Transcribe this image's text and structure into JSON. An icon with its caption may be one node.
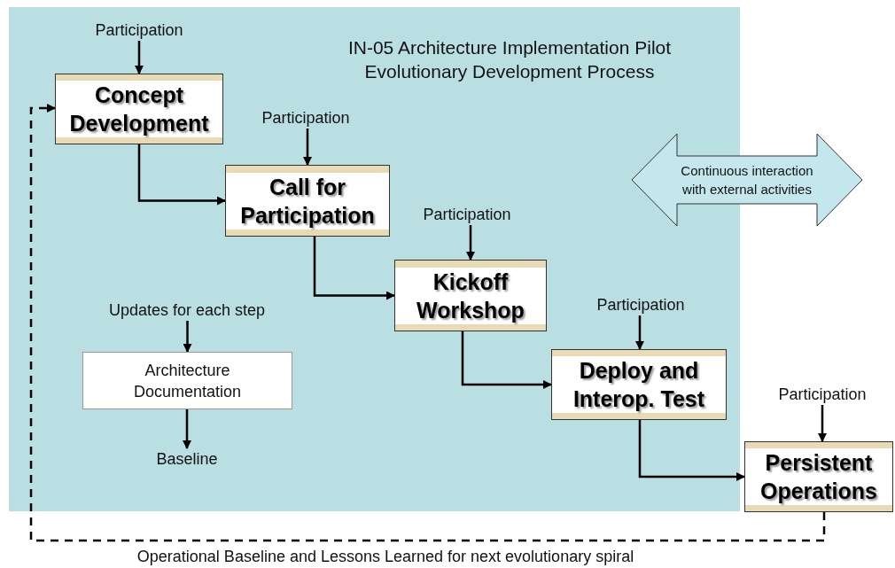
{
  "diagram": {
    "title": "IN-05 Architecture Implementation Pilot Evolutionary Development Process",
    "nodes": [
      {
        "text": [
          "Participation"
        ]
      },
      {
        "text": [
          "Concept Development"
        ]
      },
      {
        "text": [
          "Participation"
        ]
      },
      {
        "text": [
          "Call for Participation"
        ]
      },
      {
        "text": [
          "Participation"
        ]
      },
      {
        "text": [
          "Kickoff Workshop"
        ]
      },
      {
        "text": [
          "Participation"
        ]
      },
      {
        "text": [
          "Deploy and Interop. Test"
        ]
      },
      {
        "text": [
          "Participation"
        ]
      },
      {
        "text": [
          "Persistent Operations"
        ]
      },
      {
        "text": [
          "Continuous interaction with external activities"
        ]
      },
      {
        "text": [
          "Updates for each step"
        ]
      },
      {
        "text": [
          "Architecture Documentation"
        ]
      },
      {
        "text": [
          "Baseline"
        ]
      }
    ],
    "edges": [
      {
        "from": 0,
        "to": 1,
        "arrow": "to"
      },
      {
        "from": 2,
        "to": 3,
        "arrow": "to"
      },
      {
        "from": 4,
        "to": 5,
        "arrow": "to"
      },
      {
        "from": 6,
        "to": 7,
        "arrow": "to"
      },
      {
        "from": 8,
        "to": 9,
        "arrow": "to"
      },
      {
        "from": 1,
        "to": 3,
        "arrow": "to"
      },
      {
        "from": 3,
        "to": 5,
        "arrow": "to"
      },
      {
        "from": 5,
        "to": 7,
        "arrow": "to"
      },
      {
        "from": 7,
        "to": 9,
        "arrow": "to"
      },
      {
        "from": 11,
        "to": 12,
        "arrow": "to"
      },
      {
        "from": 12,
        "to": 13,
        "arrow": "to"
      },
      {
        "from": 9,
        "to": 1,
        "arrow": "to",
        "style": "dashed",
        "label": "Operational Baseline and Lessons Learned for next evolutionary spiral"
      }
    ]
  }
}
